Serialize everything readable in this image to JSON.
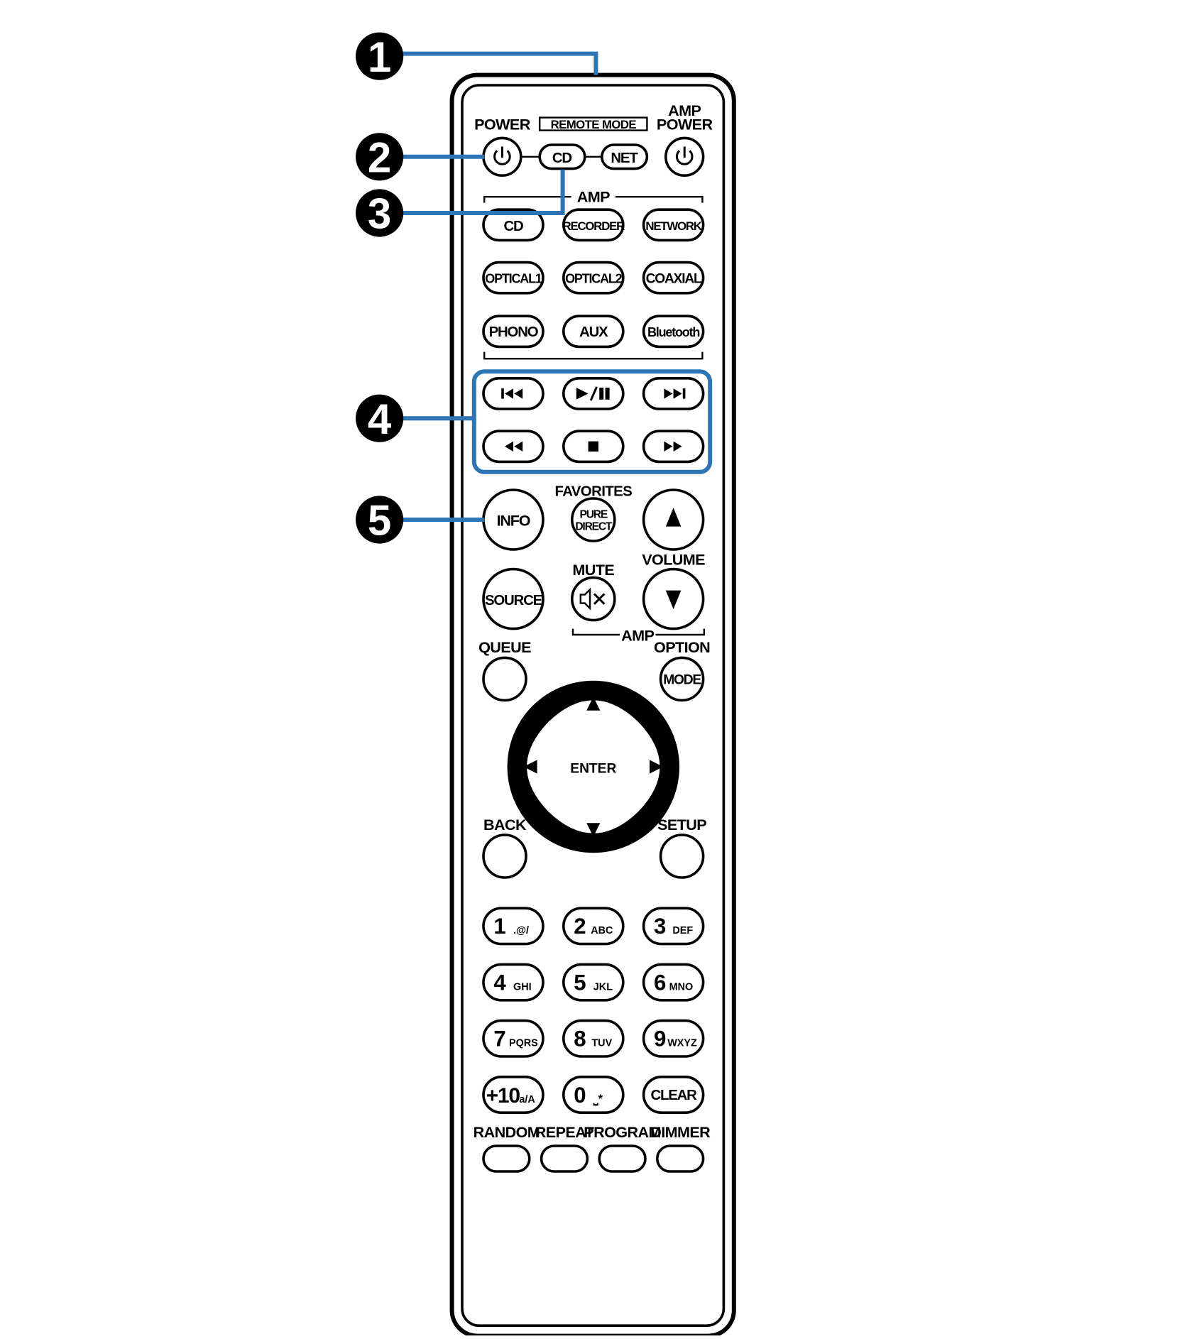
{
  "labels": {
    "power": "POWER",
    "remote_mode": "REMOTE MODE",
    "amp_power_1": "AMP",
    "amp_power_2": "POWER",
    "amp_group_top": "AMP",
    "favorites": "FAVORITES",
    "mute": "MUTE",
    "volume": "VOLUME",
    "amp_group_bottom": "AMP",
    "queue": "QUEUE",
    "option": "OPTION",
    "back": "BACK",
    "setup": "SETUP",
    "random": "RANDOM",
    "repeat": "REPEAT",
    "program": "PROGRAM",
    "dimmer": "DIMMER"
  },
  "buttons": {
    "mode_cd": "CD",
    "mode_net": "NET",
    "source_row1": [
      "CD",
      "RECORDER",
      "NETWORK"
    ],
    "source_row2": [
      "OPTICAL1",
      "OPTICAL2",
      "COAXIAL"
    ],
    "source_row3": [
      "PHONO",
      "AUX",
      "Bluetooth"
    ],
    "info": "INFO",
    "pure_direct_1": "PURE",
    "pure_direct_2": "DIRECT",
    "source": "SOURCE",
    "mode": "MODE",
    "enter": "ENTER",
    "clear": "CLEAR"
  },
  "numpad": [
    {
      "num": "1",
      "sub": ".@/"
    },
    {
      "num": "2",
      "sub": "ABC"
    },
    {
      "num": "3",
      "sub": "DEF"
    },
    {
      "num": "4",
      "sub": "GHI"
    },
    {
      "num": "5",
      "sub": "JKL"
    },
    {
      "num": "6",
      "sub": "MNO"
    },
    {
      "num": "7",
      "sub": "PQRS"
    },
    {
      "num": "8",
      "sub": "TUV"
    },
    {
      "num": "9",
      "sub": "WXYZ"
    },
    {
      "num": "+10",
      "sub": "a/A"
    },
    {
      "num": "0",
      "sub": "⎵*"
    }
  ],
  "callouts": [
    "1",
    "2",
    "3",
    "4",
    "5"
  ],
  "colors": {
    "callout_line": "#2e75b6",
    "ink": "#000000"
  }
}
